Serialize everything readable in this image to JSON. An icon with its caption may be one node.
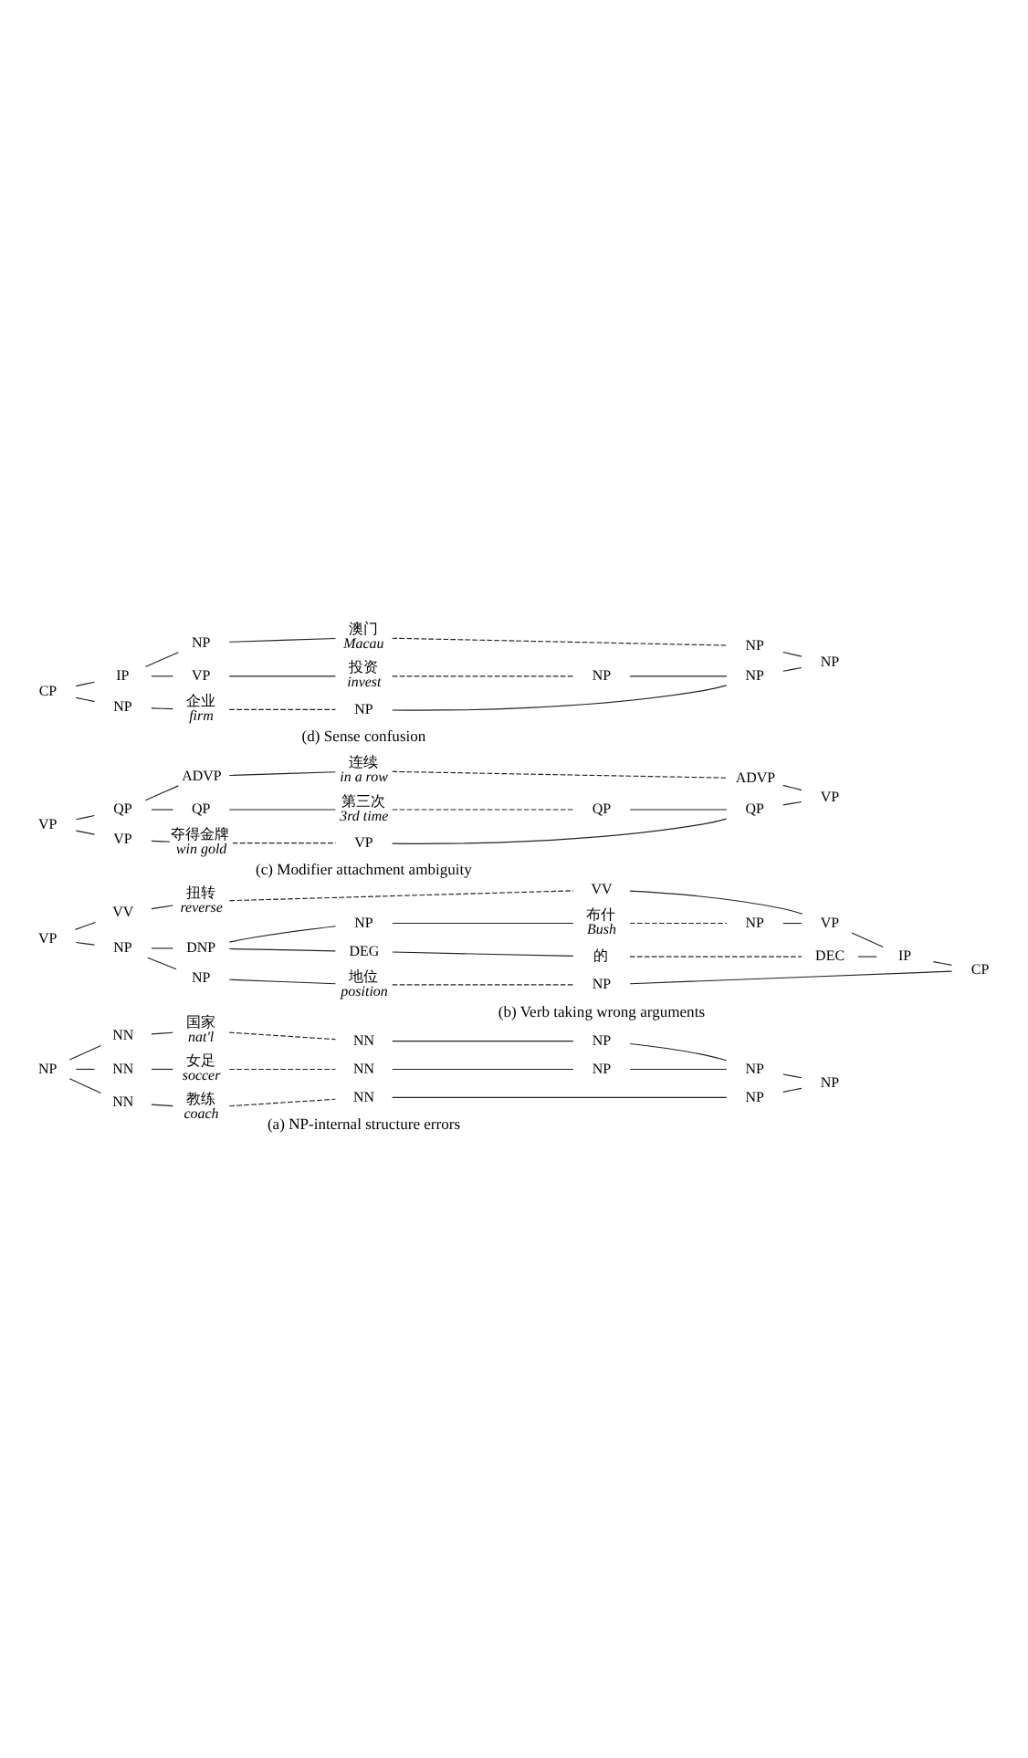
{
  "diagram": {
    "nodes": [
      {
        "text": [
          "NP"
        ]
      },
      {
        "text": [
          "NN"
        ]
      },
      {
        "text": [
          "国家",
          "nat'l"
        ]
      },
      {
        "text": [
          "NN"
        ]
      },
      {
        "text": [
          "NP"
        ]
      },
      {
        "text": [
          "NN"
        ]
      },
      {
        "text": [
          "女足",
          "soccer"
        ]
      },
      {
        "text": [
          "NN"
        ]
      },
      {
        "text": [
          "NP"
        ]
      },
      {
        "text": [
          "NN"
        ]
      },
      {
        "text": [
          "教练",
          "coach"
        ]
      },
      {
        "text": [
          "NN"
        ]
      },
      {
        "text": [
          "NP"
        ]
      },
      {
        "text": [
          "NP"
        ]
      },
      {
        "text": [
          "NP"
        ]
      },
      {
        "text": [
          "VP"
        ]
      },
      {
        "text": [
          "VV"
        ]
      },
      {
        "text": [
          "扭转",
          "reverse"
        ]
      },
      {
        "text": [
          "VV"
        ]
      },
      {
        "text": [
          "NP"
        ]
      },
      {
        "text": [
          "DNP"
        ]
      },
      {
        "text": [
          "NP"
        ]
      },
      {
        "text": [
          "布什",
          "Bush"
        ]
      },
      {
        "text": [
          "NP"
        ]
      },
      {
        "text": [
          "DEG"
        ]
      },
      {
        "text": [
          "的"
        ]
      },
      {
        "text": [
          "DEC"
        ]
      },
      {
        "text": [
          "NP"
        ]
      },
      {
        "text": [
          "地位",
          "position"
        ]
      },
      {
        "text": [
          "NP"
        ]
      },
      {
        "text": [
          "VP"
        ]
      },
      {
        "text": [
          "IP"
        ]
      },
      {
        "text": [
          "CP"
        ]
      },
      {
        "text": [
          "VP"
        ]
      },
      {
        "text": [
          "QP"
        ]
      },
      {
        "text": [
          "ADVP"
        ]
      },
      {
        "text": [
          "连续",
          "in a row"
        ]
      },
      {
        "text": [
          "ADVP"
        ]
      },
      {
        "text": [
          "QP"
        ]
      },
      {
        "text": [
          "第三次",
          "3rd time"
        ]
      },
      {
        "text": [
          "QP"
        ]
      },
      {
        "text": [
          "VP"
        ]
      },
      {
        "text": [
          "夺得金牌",
          "win gold"
        ]
      },
      {
        "text": [
          "VP"
        ]
      },
      {
        "text": [
          "QP"
        ]
      },
      {
        "text": [
          "VP"
        ]
      },
      {
        "text": [
          "CP"
        ]
      },
      {
        "text": [
          "IP"
        ]
      },
      {
        "text": [
          "NP"
        ]
      },
      {
        "text": [
          "澳门",
          "Macau"
        ]
      },
      {
        "text": [
          "NP"
        ]
      },
      {
        "text": [
          "VP"
        ]
      },
      {
        "text": [
          "投资",
          "invest"
        ]
      },
      {
        "text": [
          "NP"
        ]
      },
      {
        "text": [
          "NP"
        ]
      },
      {
        "text": [
          "企业",
          "firm"
        ]
      },
      {
        "text": [
          "NP"
        ]
      },
      {
        "text": [
          "NP"
        ]
      },
      {
        "text": [
          "NP"
        ]
      }
    ],
    "edges": [
      {
        "from": 0,
        "to": 1,
        "arrow": "none"
      },
      {
        "from": 0,
        "to": 5,
        "arrow": "none"
      },
      {
        "from": 0,
        "to": 9,
        "arrow": "none"
      },
      {
        "from": 1,
        "to": 2,
        "arrow": "none"
      },
      {
        "from": 5,
        "to": 6,
        "arrow": "none"
      },
      {
        "from": 9,
        "to": 10,
        "arrow": "none"
      },
      {
        "from": 2,
        "to": 3,
        "arrow": "none",
        "style": "dashed"
      },
      {
        "from": 6,
        "to": 7,
        "arrow": "none",
        "style": "dashed"
      },
      {
        "from": 10,
        "to": 11,
        "arrow": "none",
        "style": "dashed"
      },
      {
        "from": 3,
        "to": 4,
        "arrow": "none"
      },
      {
        "from": 7,
        "to": 8,
        "arrow": "none"
      },
      {
        "from": 11,
        "to": 12,
        "arrow": "none"
      },
      {
        "from": 4,
        "to": 13,
        "arrow": "none"
      },
      {
        "from": 8,
        "to": 13,
        "arrow": "none"
      },
      {
        "from": 13,
        "to": 14,
        "arrow": "none"
      },
      {
        "from": 12,
        "to": 14,
        "arrow": "none"
      },
      {
        "from": 15,
        "to": 16,
        "arrow": "none"
      },
      {
        "from": 15,
        "to": 19,
        "arrow": "none"
      },
      {
        "from": 16,
        "to": 17,
        "arrow": "none"
      },
      {
        "from": 17,
        "to": 18,
        "arrow": "none",
        "style": "dashed"
      },
      {
        "from": 19,
        "to": 20,
        "arrow": "none"
      },
      {
        "from": 19,
        "to": 27,
        "arrow": "none"
      },
      {
        "from": 20,
        "to": 21,
        "arrow": "none"
      },
      {
        "from": 20,
        "to": 24,
        "arrow": "none"
      },
      {
        "from": 21,
        "to": 22,
        "arrow": "none"
      },
      {
        "from": 22,
        "to": 23,
        "arrow": "none",
        "style": "dashed"
      },
      {
        "from": 24,
        "to": 25,
        "arrow": "none"
      },
      {
        "from": 25,
        "to": 26,
        "arrow": "none",
        "style": "dashed"
      },
      {
        "from": 27,
        "to": 28,
        "arrow": "none"
      },
      {
        "from": 28,
        "to": 29,
        "arrow": "none",
        "style": "dashed"
      },
      {
        "from": 18,
        "to": 30,
        "arrow": "none"
      },
      {
        "from": 23,
        "to": 30,
        "arrow": "none"
      },
      {
        "from": 30,
        "to": 31,
        "arrow": "none"
      },
      {
        "from": 26,
        "to": 31,
        "arrow": "none"
      },
      {
        "from": 31,
        "to": 32,
        "arrow": "none"
      },
      {
        "from": 29,
        "to": 32,
        "arrow": "none"
      },
      {
        "from": 33,
        "to": 34,
        "arrow": "none"
      },
      {
        "from": 33,
        "to": 41,
        "arrow": "none"
      },
      {
        "from": 34,
        "to": 35,
        "arrow": "none"
      },
      {
        "from": 34,
        "to": 38,
        "arrow": "none"
      },
      {
        "from": 35,
        "to": 36,
        "arrow": "none"
      },
      {
        "from": 36,
        "to": 37,
        "arrow": "none",
        "style": "dashed"
      },
      {
        "from": 38,
        "to": 39,
        "arrow": "none"
      },
      {
        "from": 39,
        "to": 40,
        "arrow": "none",
        "style": "dashed"
      },
      {
        "from": 41,
        "to": 42,
        "arrow": "none"
      },
      {
        "from": 42,
        "to": 43,
        "arrow": "none",
        "style": "dashed"
      },
      {
        "from": 40,
        "to": 44,
        "arrow": "none"
      },
      {
        "from": 43,
        "to": 44,
        "arrow": "none"
      },
      {
        "from": 37,
        "to": 45,
        "arrow": "none"
      },
      {
        "from": 44,
        "to": 45,
        "arrow": "none"
      },
      {
        "from": 46,
        "to": 47,
        "arrow": "none"
      },
      {
        "from": 46,
        "to": 54,
        "arrow": "none"
      },
      {
        "from": 47,
        "to": 48,
        "arrow": "none"
      },
      {
        "from": 47,
        "to": 51,
        "arrow": "none"
      },
      {
        "from": 48,
        "to": 49,
        "arrow": "none"
      },
      {
        "from": 49,
        "to": 50,
        "arrow": "none",
        "style": "dashed"
      },
      {
        "from": 51,
        "to": 52,
        "arrow": "none"
      },
      {
        "from": 52,
        "to": 53,
        "arrow": "none",
        "style": "dashed"
      },
      {
        "from": 54,
        "to": 55,
        "arrow": "none"
      },
      {
        "from": 55,
        "to": 56,
        "arrow": "none",
        "style": "dashed"
      },
      {
        "from": 53,
        "to": 57,
        "arrow": "none"
      },
      {
        "from": 56,
        "to": 57,
        "arrow": "none"
      },
      {
        "from": 50,
        "to": 58,
        "arrow": "none"
      },
      {
        "from": 57,
        "to": 58,
        "arrow": "none"
      }
    ],
    "labels": [
      "(a) NP-internal structure errors",
      "(b) Verb taking wrong arguments",
      "(c) Modifier attachment ambiguity",
      "(d) Sense confusion"
    ]
  }
}
